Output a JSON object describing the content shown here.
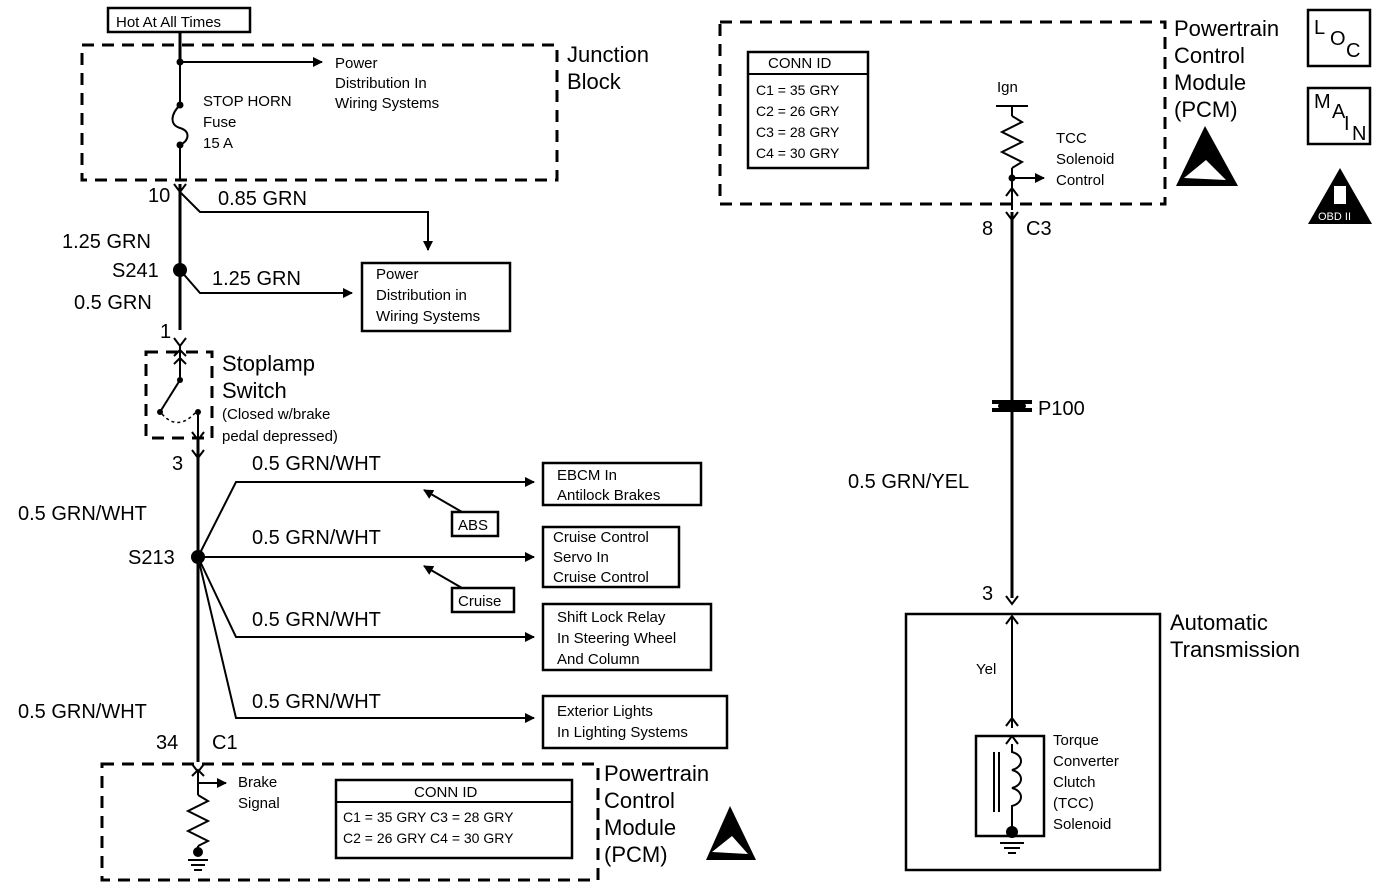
{
  "hot_label": "Hot At All Times",
  "junction_block": {
    "title_line1": "Junction",
    "title_line2": "Block",
    "fuse_line1": "STOP HORN",
    "fuse_line2": "Fuse",
    "fuse_line3": "15 A",
    "power_line1": "Power",
    "power_line2": "Distribution In",
    "power_line3": "Wiring Systems"
  },
  "pin10": "10",
  "wire_085_grn": "0.85 GRN",
  "wire_125_grn_a": "1.25 GRN",
  "splice_s241": "S241",
  "wire_125_grn_b": "1.25 GRN",
  "wire_05_grn": "0.5 GRN",
  "power_dist_box": {
    "line1": "Power",
    "line2": "Distribution in",
    "line3": "Wiring Systems"
  },
  "pin1": "1",
  "stoplamp": {
    "line1": "Stoplamp",
    "line2": "Switch",
    "line3": "(Closed w/brake",
    "line4": "pedal depressed)"
  },
  "pin3_left": "3",
  "wire_grnwht_main1": "0.5 GRN/WHT",
  "splice_s213": "S213",
  "wire_grnwht_main2": "0.5 GRN/WHT",
  "branches": [
    {
      "wire": "0.5 GRN/WHT",
      "line1": "EBCM In",
      "line2": "Antilock Brakes",
      "line3": ""
    },
    {
      "wire": "0.5 GRN/WHT",
      "line1": "Cruise Control",
      "line2": "Servo In",
      "line3": "Cruise Control"
    },
    {
      "wire": "0.5 GRN/WHT",
      "line1": "Shift Lock Relay",
      "line2": "In Steering Wheel",
      "line3": "And Column"
    },
    {
      "wire": "0.5 GRN/WHT",
      "line1": "Exterior Lights",
      "line2": "In Lighting Systems",
      "line3": ""
    }
  ],
  "abs_tag": "ABS",
  "cruise_tag": "Cruise",
  "pin34": "34",
  "conn_c1": "C1",
  "pcm_bottom": {
    "brake_line1": "Brake",
    "brake_line2": "Signal",
    "conn_title": "CONN ID",
    "conn_row1": "C1 = 35 GRY  C3 = 28 GRY",
    "conn_row2": "C2 = 26 GRY  C4 = 30 GRY",
    "line1": "Powertrain",
    "line2": "Control",
    "line3": "Module",
    "line4": "(PCM)"
  },
  "pcm_top": {
    "conn_title": "CONN ID",
    "conn_rows": [
      "C1 = 35 GRY",
      "C2 = 26 GRY",
      "C3 = 28 GRY",
      "C4 = 30 GRY"
    ],
    "ign": "Ign",
    "tcc_line1": "TCC",
    "tcc_line2": "Solenoid",
    "tcc_line3": "Control",
    "line1": "Powertrain",
    "line2": "Control",
    "line3": "Module",
    "line4": "(PCM)"
  },
  "loc_icon": {
    "l": "L",
    "o": "O",
    "c": "C"
  },
  "main_icon": {
    "m": "M",
    "a": "A",
    "i": "I",
    "n": "N"
  },
  "obd_icon": {
    "label": "OBD II"
  },
  "pin8": "8",
  "conn_c3": "C3",
  "p100": "P100",
  "wire_grnyel": "0.5 GRN/YEL",
  "pin3_right": "3",
  "auto_trans": {
    "line1": "Automatic",
    "line2": "Transmission",
    "yel": "Yel",
    "tcc_line1": "Torque",
    "tcc_line2": "Converter",
    "tcc_line3": "Clutch",
    "tcc_line4": "(TCC)",
    "tcc_line5": "Solenoid"
  }
}
